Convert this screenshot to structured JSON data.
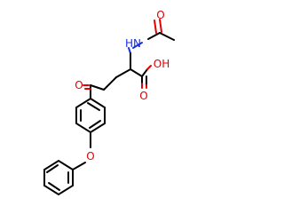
{
  "molecule": {
    "atom_labels": {
      "amide_n": "HN",
      "amide_o": "O",
      "acid_oh": "OH",
      "acid_o": "O",
      "ketone_o": "O",
      "ether_o": "O"
    },
    "colors": {
      "carbon_bond": "#000000",
      "oxygen": "#e30000",
      "nitrogen": "#1a31e0",
      "background": "#ffffff"
    }
  }
}
